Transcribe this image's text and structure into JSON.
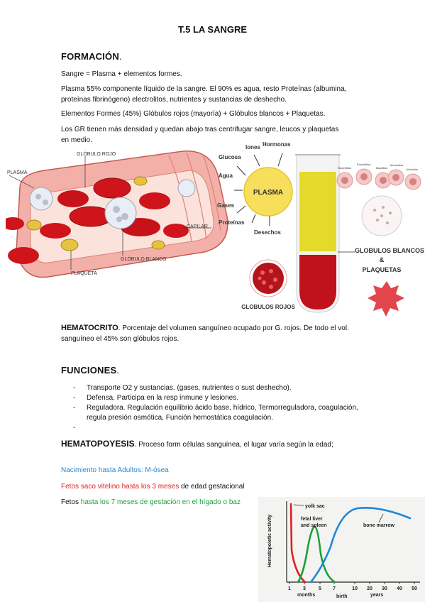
{
  "title": "T.5 LA SANGRE",
  "formacion": {
    "heading": "FORMACIÓN",
    "heading_dot": ".",
    "p1": "Sangre = Plasma + elementos formes.",
    "p2": "Plasma 55% componente líquido de la sangre. El 90% es agua, resto Proteínas (albumina, proteínas fibrinógeno) electrolitos, nutrientes y sustancias de deshecho.",
    "p3": "Elementos Formes (45%) Glóbulos rojos (mayoría) + Glóbulos blancos + Plaquetas.",
    "p4": "Los GR tienen más densidad y quedan abajo tras centrifugar sangre, leucos y plaquetas en medio."
  },
  "vessel_figure": {
    "plasma": "PLASMA",
    "globulo_rojo": "GLÓBULO ROJO",
    "capilar": "CAPILAR",
    "globulo_blanco": "GLÓBULO BLANCO",
    "plaqueta": "PLAQUETA"
  },
  "plasma_figure": {
    "center": "PLASMA",
    "iones": "Iones",
    "hormonas": "Hormonas",
    "glucosa": "Glucosa",
    "agua": "Agua",
    "gases": "Gases",
    "proteinas": "Proteínas",
    "desechos": "Desechos",
    "globulos_rojos": "GLOBULOS ROJOS",
    "blancos_line1": "GLOBULOS BLANCOS",
    "blancos_line2": "&",
    "blancos_line3": "PLAQUETAS",
    "wbc_types": [
      "Neutrófilos",
      "Eosinófilos",
      "Basófilos",
      "Monocitos",
      "Linfocitos"
    ]
  },
  "hematocrito": {
    "term": "HEMATOCRITO",
    "text": ". Porcentaje del volumen sanguíneo ocupado por G. rojos. De todo el vol. sanguíneo el 45% son glóbulos rojos."
  },
  "funciones": {
    "heading": "FUNCIONES",
    "heading_dot": ".",
    "items": [
      "Transporte O2 y sustancias. (gases, nutrientes o sust deshecho).",
      "Defensa. Participa en la resp inmune y lesiones.",
      "Reguladora. Regulación equilibrio ácido base, hídrico, Termorreguladora, coagulación, regula presión osmótica, Función hemostática coagulación.",
      ""
    ]
  },
  "hematopoyesis": {
    "term": "HEMATOPOYESIS",
    "text": ". Proceso form células sanguínea, el lugar varía según la edad;",
    "line_blue": "Nacimiento hasta Adultos: M-ósea",
    "line_red": "Fetos saco vitelino hasta los 3 meses",
    "line_red_tail": " de edad gestacional",
    "line_green_prefix": "Fetos ",
    "line_green": "hasta los 7 meses de gestación en el hígado o baz"
  },
  "colors": {
    "blue": "#1e88d8",
    "red": "#e02020",
    "green": "#1aa03a"
  },
  "chart_data": {
    "type": "line",
    "ylabel": "Hematopoietic activity",
    "xlabel": "",
    "x_ticks": [
      "1",
      "3",
      "5",
      "7",
      "10",
      "20",
      "30",
      "40",
      "50"
    ],
    "x_groups": [
      "months",
      "birth",
      "years"
    ],
    "series": [
      {
        "name": "yolk sac",
        "color": "#e02020"
      },
      {
        "name": "fetal liver and spleen",
        "color": "#1aa03a"
      },
      {
        "name": "bone marrow",
        "color": "#1e88d8"
      }
    ]
  }
}
